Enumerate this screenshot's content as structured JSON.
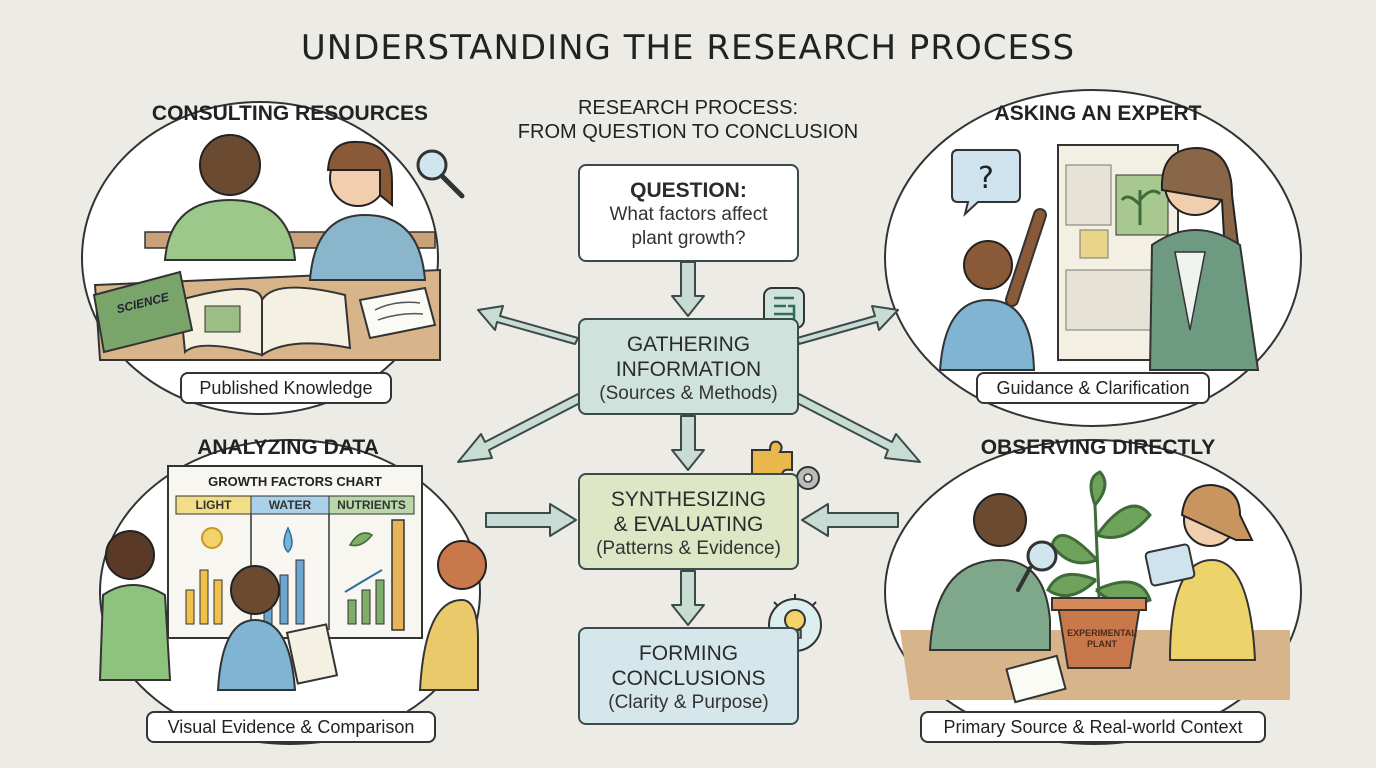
{
  "title": "UNDERSTANDING THE RESEARCH PROCESS",
  "subtitle": {
    "line1": "RESEARCH PROCESS:",
    "line2": "FROM QUESTION TO CONCLUSION"
  },
  "flow": {
    "question": {
      "title": "QUESTION:",
      "line1": "What factors affect",
      "line2": "plant growth?"
    },
    "gathering": {
      "title1": "GATHERING",
      "title2": "INFORMATION",
      "sub": "(Sources & Methods)"
    },
    "synthesizing": {
      "title1": "SYNTHESIZING",
      "title2": "& EVALUATING",
      "sub": "(Patterns & Evidence)"
    },
    "forming": {
      "title1": "FORMING",
      "title2": "CONCLUSIONS",
      "sub": "(Clarity & Purpose)"
    }
  },
  "panels": {
    "consulting": {
      "heading": "CONSULTING RESOURCES",
      "caption": "Published Knowledge",
      "book_label": "SCIENCE"
    },
    "expert": {
      "heading": "ASKING AN EXPERT",
      "caption": "Guidance & Clarification",
      "bubble": "?"
    },
    "analyzing": {
      "heading": "ANALYZING DATA",
      "caption": "Visual Evidence & Comparison",
      "chart_title": "GROWTH FACTORS CHART",
      "columns": [
        "LIGHT",
        "WATER",
        "NUTRIENTS"
      ]
    },
    "observing": {
      "heading": "OBSERVING DIRECTLY",
      "caption": "Primary Source & Real-world Context",
      "pot_label_1": "EXPERIMENTAL",
      "pot_label_2": "PLANT"
    }
  },
  "colors": {
    "background": "#ecebe6",
    "gathering_fill": "#cfe3dc",
    "synthesizing_fill": "#dde7c6",
    "forming_fill": "#d6e7ec",
    "arrow_fill": "#c9dcd4",
    "outline": "#3b4a4a"
  },
  "icons": {
    "gathering": "document-icon",
    "synthesizing": "puzzle-gear-icon",
    "forming": "lightbulb-icon",
    "consulting": "magnifier-icon",
    "expert": "question-bubble-icon"
  }
}
